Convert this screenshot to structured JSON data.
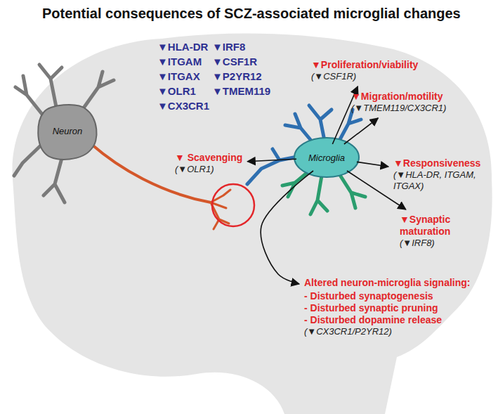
{
  "diagram": {
    "title": "Potential consequences of SCZ-associated microglial changes",
    "nodes": [
      {
        "text": [
          "Neuron"
        ]
      },
      {
        "text": [
          "Microglia"
        ]
      },
      {
        "text": [
          "▼Proliferation/viability",
          "(▼CSF1R)"
        ]
      },
      {
        "text": [
          "▼Migration/motility",
          "(▼TMEM119/CX3CR1)"
        ]
      },
      {
        "text": [
          "▼ Scavenging",
          "(▼OLR1)"
        ]
      },
      {
        "text": [
          "▼Responsiveness",
          "(▼HLA-DR, ITGAM, ITGAX)"
        ]
      },
      {
        "text": [
          "▼Synaptic maturation",
          "(▼IRF8)"
        ]
      },
      {
        "text": [
          "Altered neuron-microglia signaling:",
          "- Disturbed synaptogenesis",
          "- Disturbed synaptic pruning",
          "- Disturbed dopamine release",
          "(▼CX3CR1/P2YR12)"
        ]
      }
    ],
    "edges": [
      {
        "from": 1,
        "to": 2,
        "arrow": "to"
      },
      {
        "from": 1,
        "to": 3,
        "arrow": "to"
      },
      {
        "from": 1,
        "to": 4,
        "arrow": "to"
      },
      {
        "from": 1,
        "to": 5,
        "arrow": "to"
      },
      {
        "from": 1,
        "to": 6,
        "arrow": "to"
      },
      {
        "from": 1,
        "to": 7,
        "arrow": "to"
      }
    ],
    "labels": [
      "▼HLA-DR",
      "▼ITGAM",
      "▼ITGAX",
      "▼OLR1",
      "▼CX3CR1",
      "▼IRF8",
      "▼CSF1R",
      "▼P2YR12",
      "▼TMEM119"
    ]
  }
}
